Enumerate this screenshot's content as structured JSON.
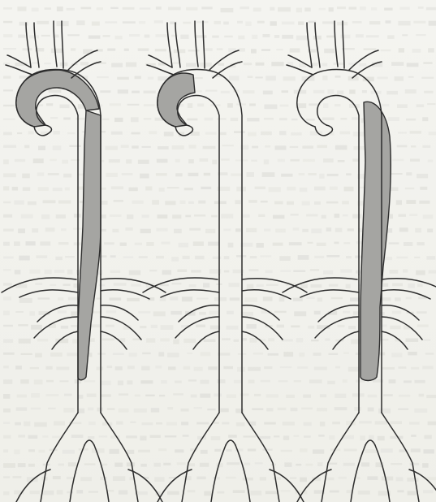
{
  "figure": {
    "panels": [
      {
        "id": "panel-1",
        "false_lumen": "ascending-arch-and-descending-aorta"
      },
      {
        "id": "panel-2",
        "false_lumen": "ascending-aorta-only"
      },
      {
        "id": "panel-3",
        "false_lumen": "descending-aorta-only"
      }
    ],
    "colors": {
      "background": "#f2f2ee",
      "line": "#2d2d2d",
      "false_lumen": "#a5a5a2",
      "bleed_through": "#d8d8d4"
    }
  }
}
